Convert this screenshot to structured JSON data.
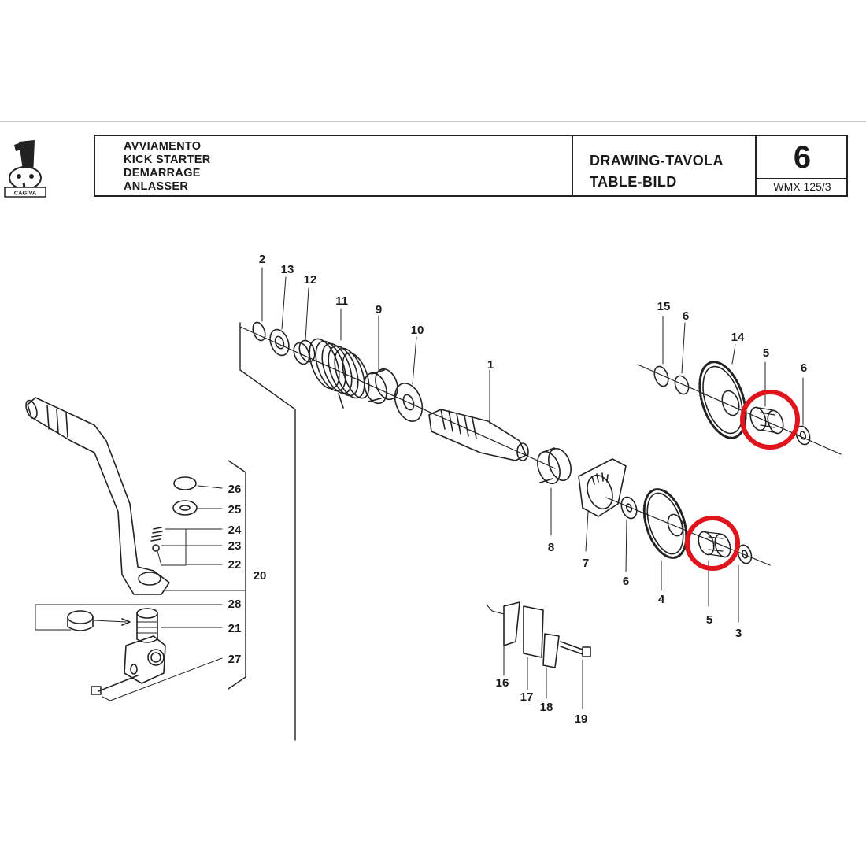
{
  "header": {
    "title_lines": [
      "AVVIAMENTO",
      "KICK STARTER",
      "DEMARRAGE",
      "ANLASSER"
    ],
    "drawing_label_lines": [
      "DRAWING-TAVOLA",
      "TABLE-BILD"
    ],
    "table_number": "6",
    "model_code": "WMX 125/3",
    "logo_icon": "cagiva-elephant-logo",
    "logo_text": "CAGIVA"
  },
  "diagram": {
    "part_labels": {
      "p1": "1",
      "p2": "2",
      "p3": "3",
      "p4": "4",
      "p5a": "5",
      "p5b": "5",
      "p6a": "6",
      "p6b": "6",
      "p6c": "6",
      "p7": "7",
      "p8": "8",
      "p9": "9",
      "p10": "10",
      "p11": "11",
      "p12": "12",
      "p13": "13",
      "p14": "14",
      "p15": "15",
      "p16": "16",
      "p17": "17",
      "p18": "18",
      "p19": "19",
      "p20": "20",
      "p21": "21",
      "p22": "22",
      "p23": "23",
      "p24": "24",
      "p25": "25",
      "p26": "26",
      "p27": "27",
      "p28": "28"
    },
    "highlight_color": "#e0141c",
    "highlighted_part": "5"
  }
}
